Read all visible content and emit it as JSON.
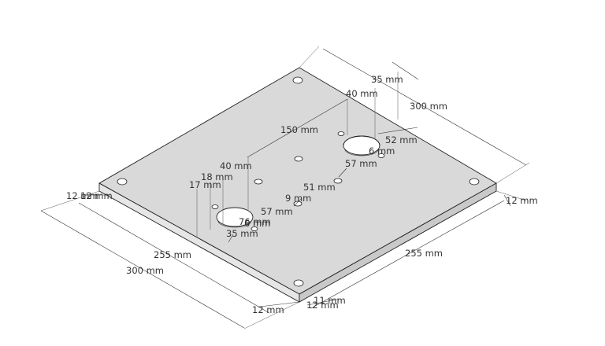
{
  "drawing": {
    "colors": {
      "top_face": "#d9d9d9",
      "side_face": "#e6e6e6",
      "front_face": "#c9c9c9",
      "hole": "#ffffff",
      "line": "#222222",
      "text": "#333333"
    },
    "dimensions": {
      "top_right_35": "35 mm",
      "top_right_40": "40 mm",
      "width_300_right": "300 mm",
      "center_150": "150 mm",
      "hole_52": "52 mm",
      "hole_6": "6 mm",
      "center_57_right": "57 mm",
      "left_40": "40 mm",
      "left_18": "18 mm",
      "left_17": "17 mm",
      "left_thickness": "12 mm",
      "left_thickness_2": "12 mm",
      "center_51": "51 mm",
      "center_9": "9 mm",
      "center_57_left": "57 mm",
      "hole_76": "76 mm",
      "hole_6_left": "6 mm",
      "left_35": "35 mm",
      "right_thickness": "12 mm",
      "bottom_255_left": "255 mm",
      "bottom_300_left": "300 mm",
      "bottom_255_right": "255 mm",
      "bottom_12_a": "12 mm",
      "bottom_12_b": "12 mm",
      "bottom_11": "11 mm"
    }
  }
}
